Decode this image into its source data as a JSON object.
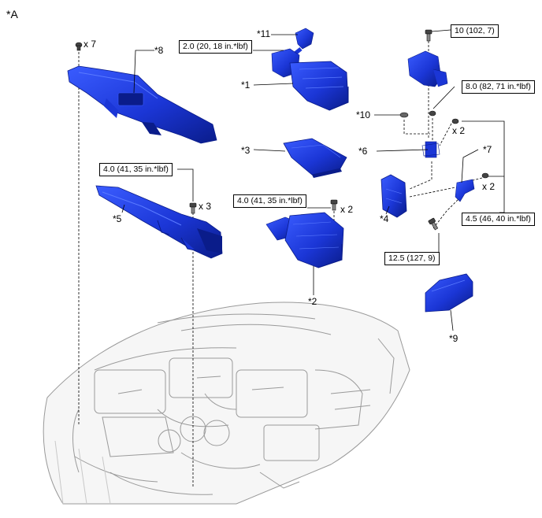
{
  "view_label": "*A",
  "part_labels": {
    "p1": "*1",
    "p2": "*2",
    "p3": "*3",
    "p4": "*4",
    "p5": "*5",
    "p6": "*6",
    "p7": "*7",
    "p8": "*8",
    "p9": "*9",
    "p10": "*10",
    "p11": "*11"
  },
  "quantities": {
    "clips_x7": "x 7",
    "bolts_x3": "x 3",
    "bolts_x2_airbox": "x 2",
    "nuts_x2_upper": "x 2",
    "nuts_x2_lower": "x 2"
  },
  "torques": {
    "t_hose_clamp": "2.0 (20, 18 in.*lbf)",
    "t_bracket_bolt": "10 (102, 7)",
    "t_nut_8": "8.0 (82, 71 in.*lbf)",
    "t_duct_bolts": "4.0 (41, 35 in.*lbf)",
    "t_case_bolts": "4.0 (41, 35 in.*lbf)",
    "t_ecu_nuts": "4.5 (46, 40 in.*lbf)",
    "t_ecu_bolt": "12.5 (127, 9)"
  },
  "colors": {
    "part_blue": "#1b36d6",
    "part_dark": "#0a1c8a",
    "engine_gray": "#9a9a9a",
    "leader": "#000000"
  }
}
